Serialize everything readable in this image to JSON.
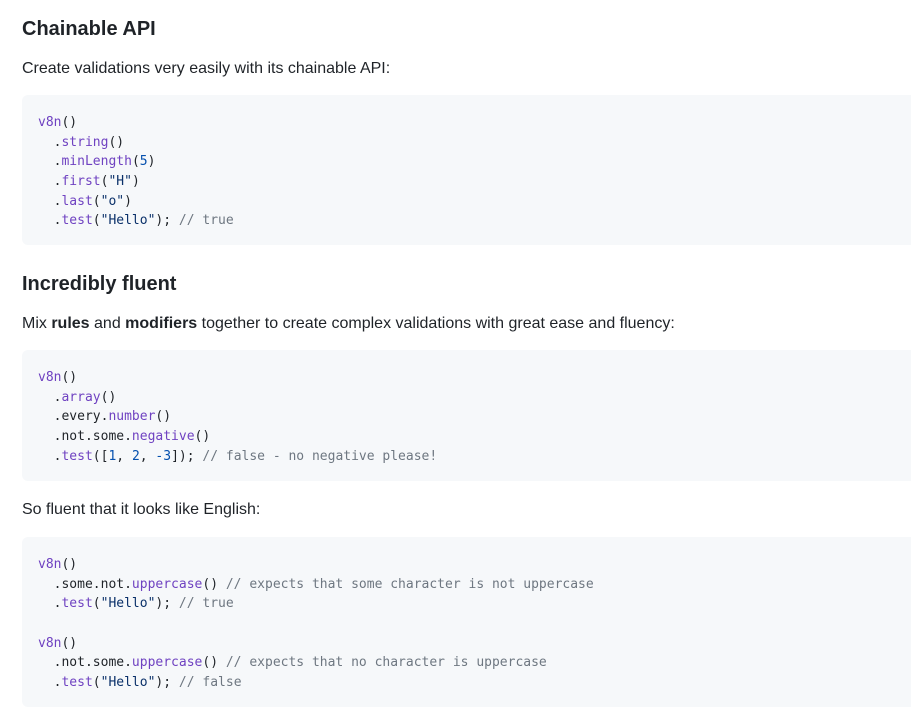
{
  "section1": {
    "heading": "Chainable API",
    "intro": "Create validations very easily with its chainable API:",
    "code": {
      "l1_fn": "v8n",
      "l1_rest": "()",
      "l2_pre": "  .",
      "l2_fn": "string",
      "l2_rest": "()",
      "l3_pre": "  .",
      "l3_fn": "minLength",
      "l3_open": "(",
      "l3_num": "5",
      "l3_close": ")",
      "l4_pre": "  .",
      "l4_fn": "first",
      "l4_open": "(",
      "l4_str": "\"H\"",
      "l4_close": ")",
      "l5_pre": "  .",
      "l5_fn": "last",
      "l5_open": "(",
      "l5_str": "\"o\"",
      "l5_close": ")",
      "l6_pre": "  .",
      "l6_fn": "test",
      "l6_open": "(",
      "l6_str": "\"Hello\"",
      "l6_close": "); ",
      "l6_cm": "// true"
    }
  },
  "section2": {
    "heading": "Incredibly fluent",
    "intro_a": "Mix ",
    "intro_b": "rules",
    "intro_c": " and ",
    "intro_d": "modifiers",
    "intro_e": " together to create complex validations with great ease and fluency:",
    "code": {
      "l1_fn": "v8n",
      "l1_rest": "()",
      "l2_pre": "  .",
      "l2_fn": "array",
      "l2_rest": "()",
      "l3_pre": "  .every.",
      "l3_fn": "number",
      "l3_rest": "()",
      "l4_pre": "  .not.some.",
      "l4_fn": "negative",
      "l4_rest": "()",
      "l5_pre": "  .",
      "l5_fn": "test",
      "l5_a": "([",
      "l5_n1": "1",
      "l5_b": ", ",
      "l5_n2": "2",
      "l5_c": ", ",
      "l5_n3": "-3",
      "l5_d": "]); ",
      "l5_cm": "// false - no negative please!"
    },
    "outro": "So fluent that it looks like English:",
    "code2": {
      "l1_fn": "v8n",
      "l1_rest": "()",
      "l2_pre": "  .some.not.",
      "l2_fn": "uppercase",
      "l2_rest": "() ",
      "l2_cm": "// expects that some character is not uppercase",
      "l3_pre": "  .",
      "l3_fn": "test",
      "l3_open": "(",
      "l3_str": "\"Hello\"",
      "l3_close": "); ",
      "l3_cm": "// true",
      "l5_fn": "v8n",
      "l5_rest": "()",
      "l6_pre": "  .not.some.",
      "l6_fn": "uppercase",
      "l6_rest": "() ",
      "l6_cm": "// expects that no character is uppercase",
      "l7_pre": "  .",
      "l7_fn": "test",
      "l7_open": "(",
      "l7_str": "\"Hello\"",
      "l7_close": "); ",
      "l7_cm": "// false"
    }
  }
}
